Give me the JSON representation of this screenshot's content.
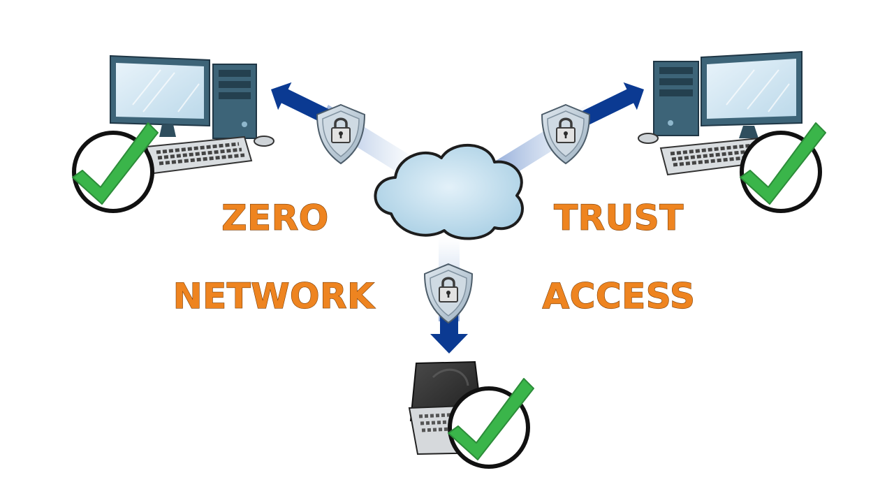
{
  "labels": {
    "word1": "ZERO",
    "word2": "TRUST",
    "word3": "NETWORK",
    "word4": "ACCESS"
  },
  "colors": {
    "label_fill": "#ee8420",
    "label_outline": "#7a3c05",
    "arrow": "#0b3a92",
    "check": "#3ab54a",
    "cloud": "#c4dfee",
    "shield": "#b9c8d3",
    "monitor": "#3d6478",
    "screen": "#d3e7f3",
    "laptop": "#3a3a3a"
  },
  "icons": {
    "cloud": "cloud-icon",
    "shield": "shield-lock-icon",
    "desktop": "desktop-computer-icon",
    "laptop": "laptop-icon",
    "check": "check-circle-icon",
    "arrow": "arrow-icon"
  }
}
